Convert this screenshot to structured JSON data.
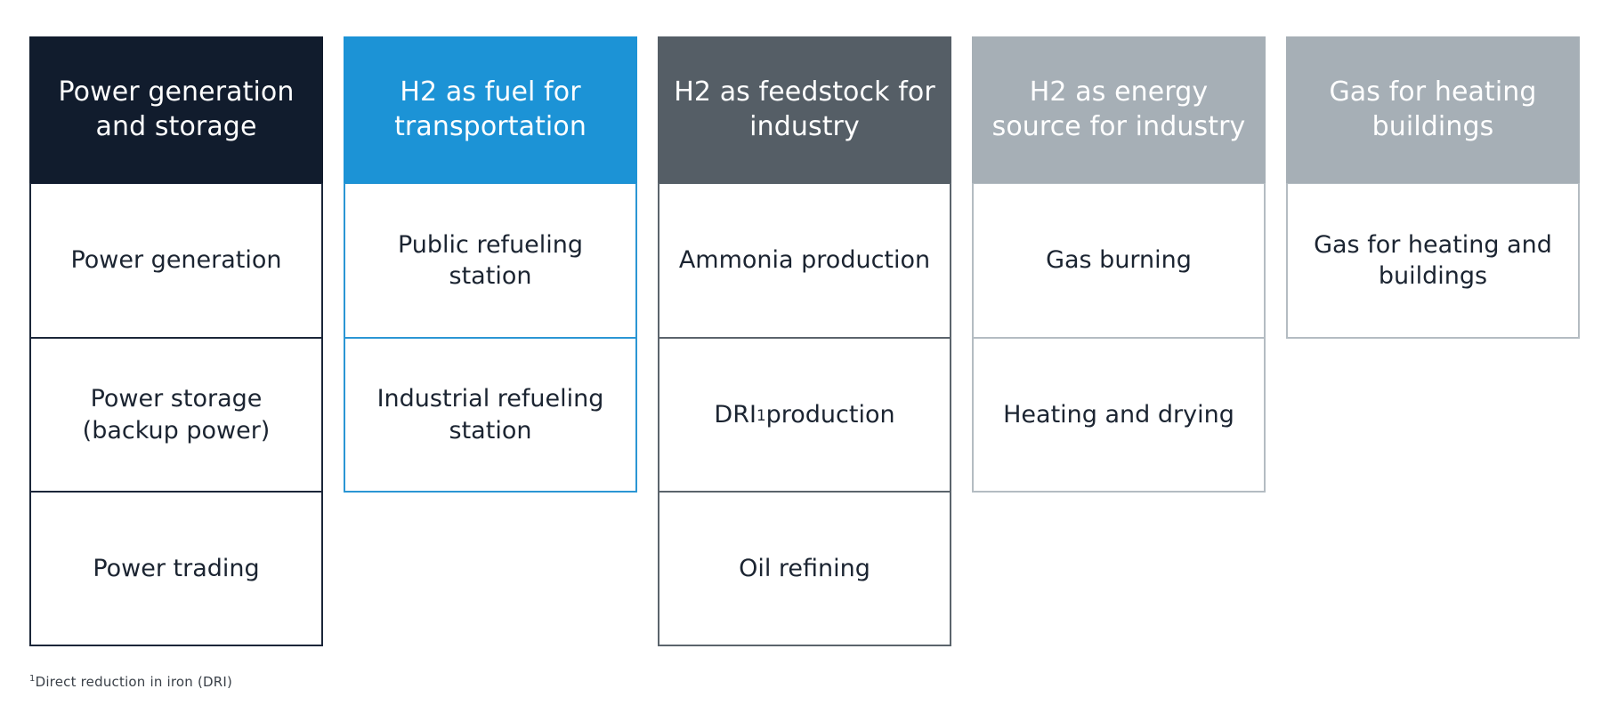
{
  "diagram": {
    "title_present": false,
    "columns": [
      {
        "id": "power-generation-and-storage",
        "theme": "navy",
        "header": "Power generation and storage",
        "header_color": "#111C2D",
        "cells": [
          "Power generation",
          "Power storage (backup power)",
          "Power trading"
        ]
      },
      {
        "id": "h2-as-fuel-for-transportation",
        "theme": "blue",
        "header": "H2 as fuel for transportation",
        "header_color": "#1C93D6",
        "cells": [
          "Public refueling station",
          "Industrial refueling station"
        ]
      },
      {
        "id": "h2-as-feedstock-for-industry",
        "theme": "slate",
        "header": "H2 as feedstock for industry",
        "header_color": "#555E66",
        "cells": [
          "Ammonia production",
          "DRI¹ production",
          "Oil refining"
        ]
      },
      {
        "id": "h2-as-energy-source-for-industry",
        "theme": "gray",
        "header": "H2 as energy source for industry",
        "header_color": "#A6AFB6",
        "cells": [
          "Gas burning",
          "Heating and drying"
        ]
      },
      {
        "id": "gas-for-heating-buildings",
        "theme": "gray",
        "header": "Gas for heating buildings",
        "header_color": "#A6AFB6",
        "cells": [
          "Gas for heating and buildings"
        ]
      }
    ]
  },
  "footnote": {
    "marker": "1",
    "text": "Direct reduction in iron (DRI)"
  },
  "colors": {
    "navy": "#111C2D",
    "blue": "#1C93D6",
    "slate": "#555E66",
    "gray": "#A6AFB6",
    "cell_text": "#1B2431",
    "footnote_text": "#3A4048",
    "background": "#FFFFFF"
  }
}
